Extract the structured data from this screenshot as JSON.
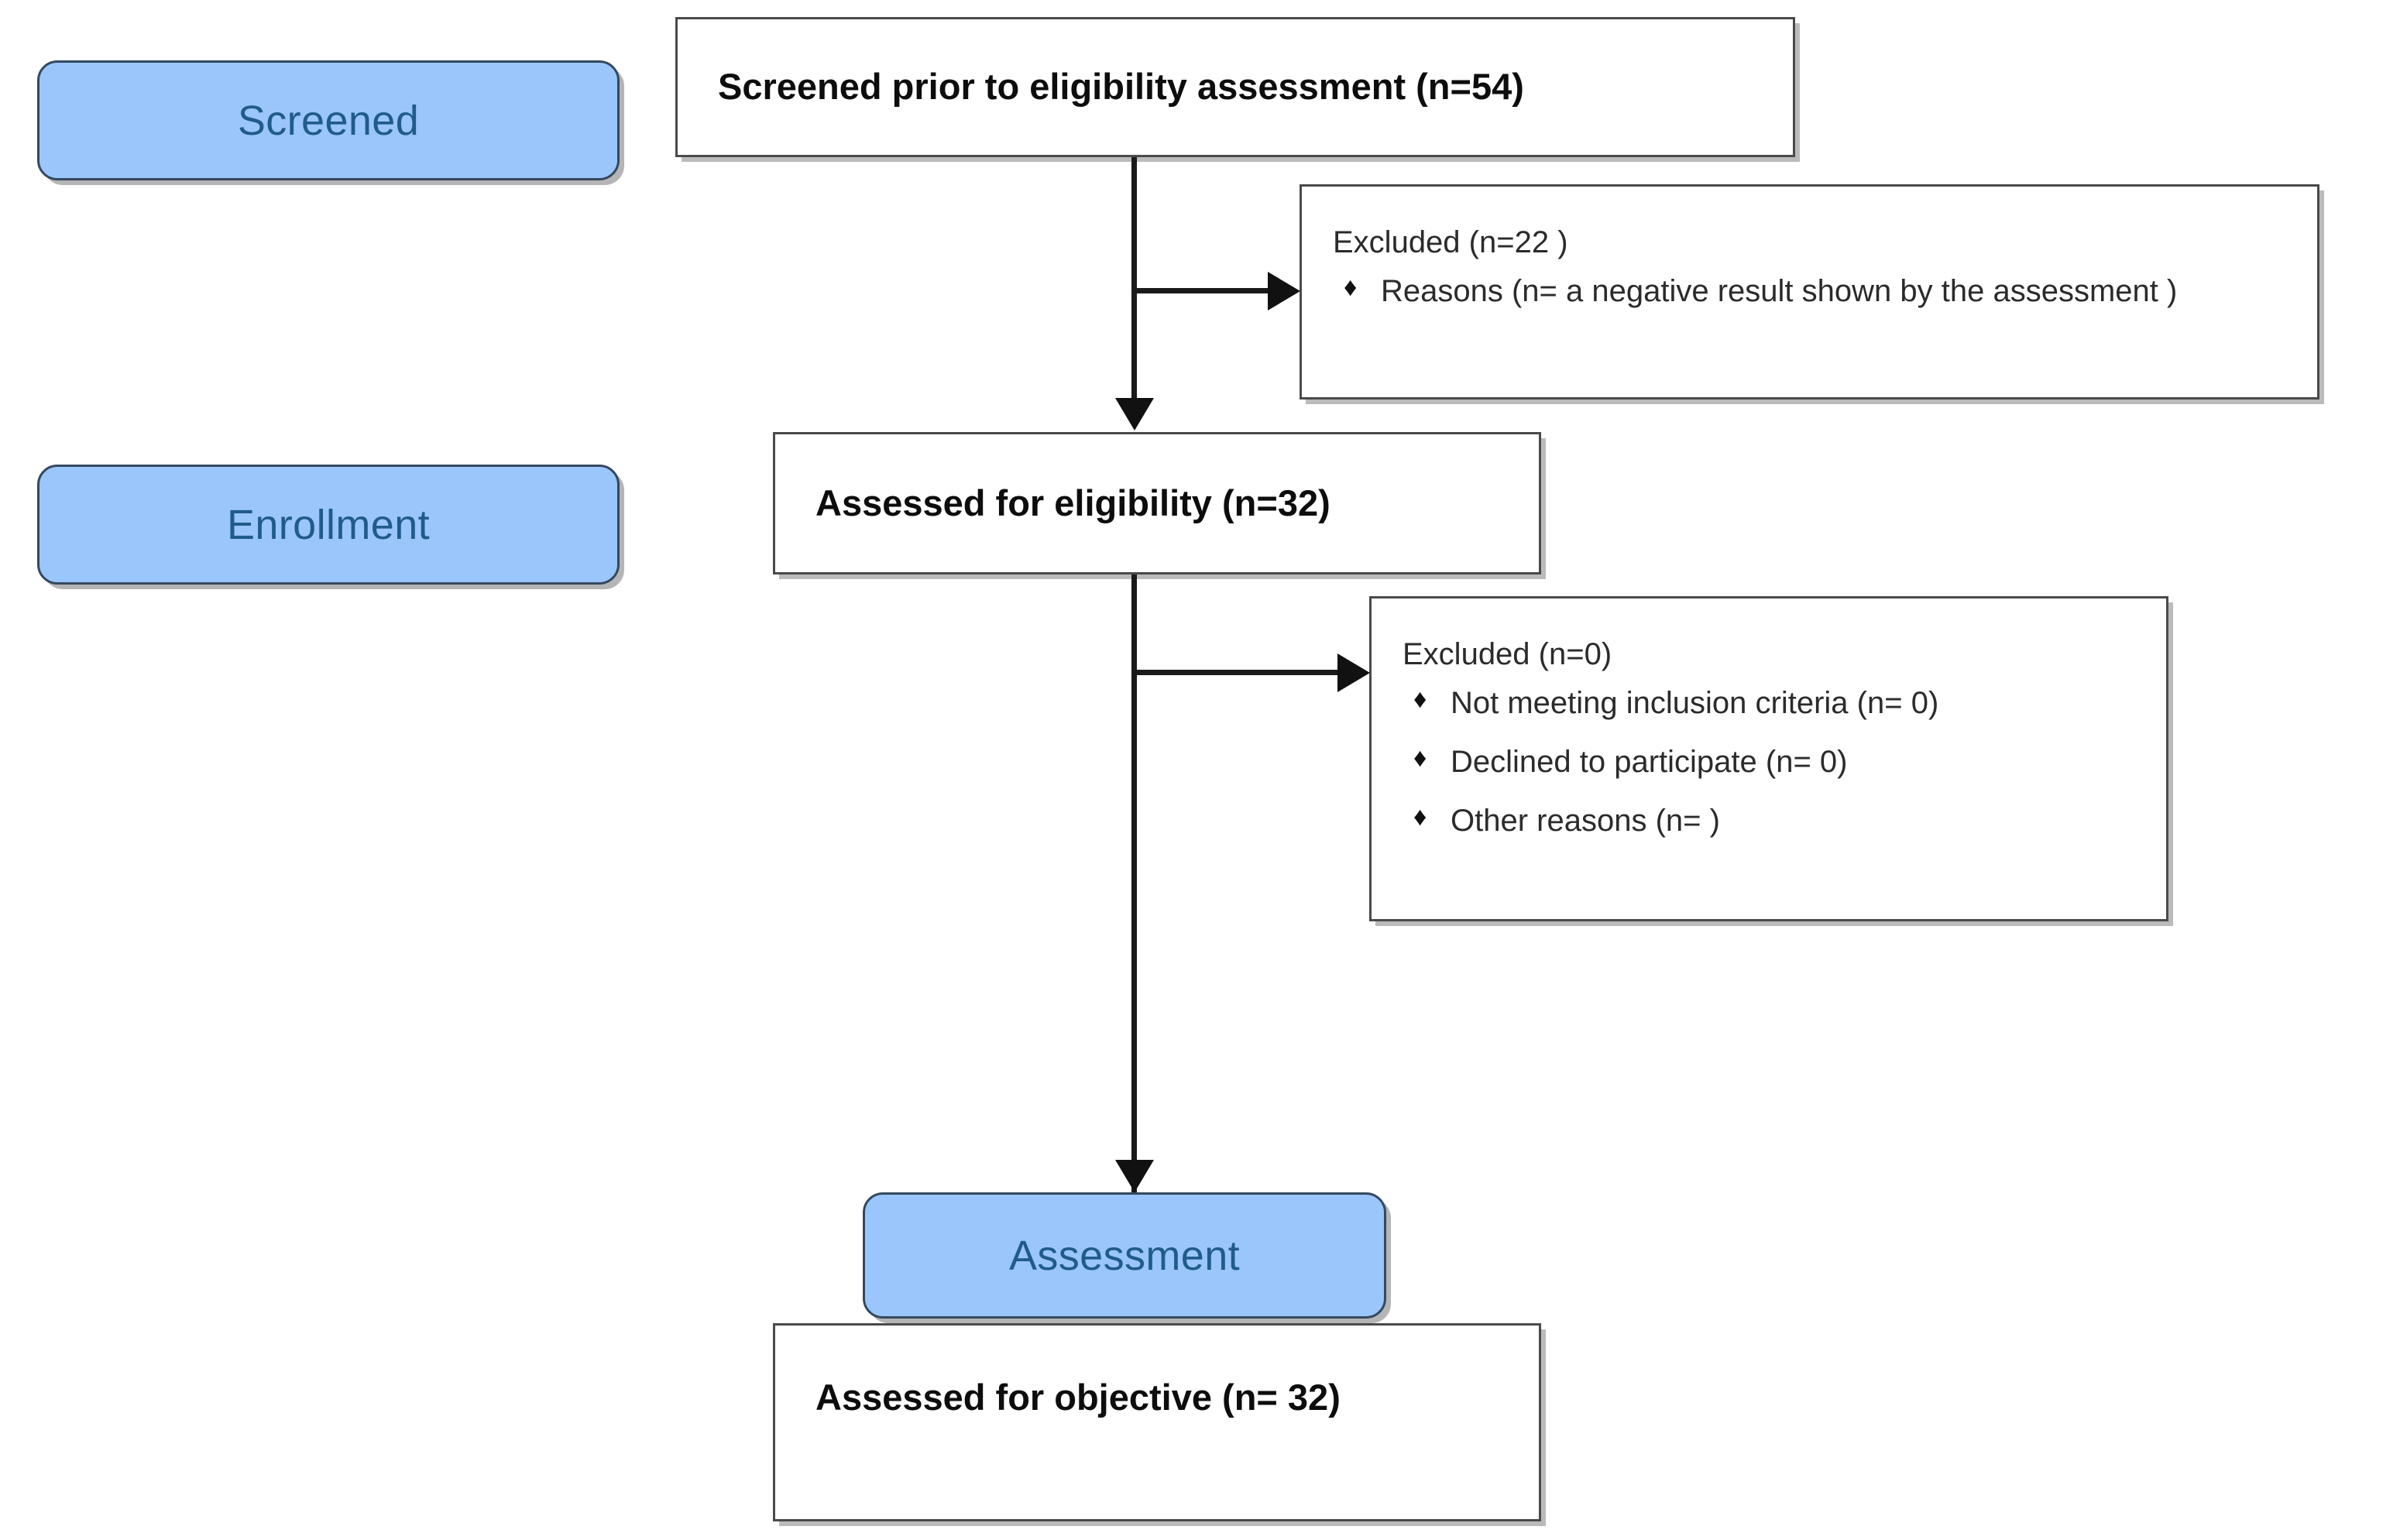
{
  "diagram": {
    "title": "CONSORT participant flow diagram",
    "colors": {
      "pill_fill": "#9ac6fc",
      "pill_border": "#34495e",
      "pill_text": "#1f5c8b",
      "box_border": "#4a4a4a",
      "box_text": "#0d0d0d",
      "connector": "#1a1a1a",
      "background": "#ffffff"
    },
    "stage_labels": [
      {
        "id": "screened",
        "label": "Screened"
      },
      {
        "id": "enrollment",
        "label": "Enrollment"
      },
      {
        "id": "assessment",
        "label": "Assessment"
      }
    ],
    "flow_boxes": [
      {
        "id": "screened-box",
        "label": "Screened prior to eligibility assessment (n=54)"
      },
      {
        "id": "eligibility-box",
        "label": "Assessed for eligibility (n=32)"
      },
      {
        "id": "objective-box",
        "label": "Assessed for objective (n= 32)"
      }
    ],
    "excluded_boxes": [
      {
        "id": "excluded-screening",
        "heading": "Excluded  (n=22 )",
        "reasons": [
          "Reasons (n= a negative result shown by the assessment )"
        ],
        "bullet_glyph": "♦"
      },
      {
        "id": "excluded-eligibility",
        "heading": "Excluded  (n=0)",
        "reasons": [
          "Not meeting inclusion criteria (n= 0)",
          "Declined to participate (n= 0)",
          " Other reasons (n=  )"
        ],
        "bullet_glyph": "♦"
      }
    ],
    "counts": {
      "screened": 54,
      "excluded_screening": 22,
      "assessed_for_eligibility": 32,
      "excluded_eligibility": 0,
      "not_meeting_inclusion_criteria": 0,
      "declined_to_participate": 0,
      "assessed_for_objective": 32
    }
  }
}
